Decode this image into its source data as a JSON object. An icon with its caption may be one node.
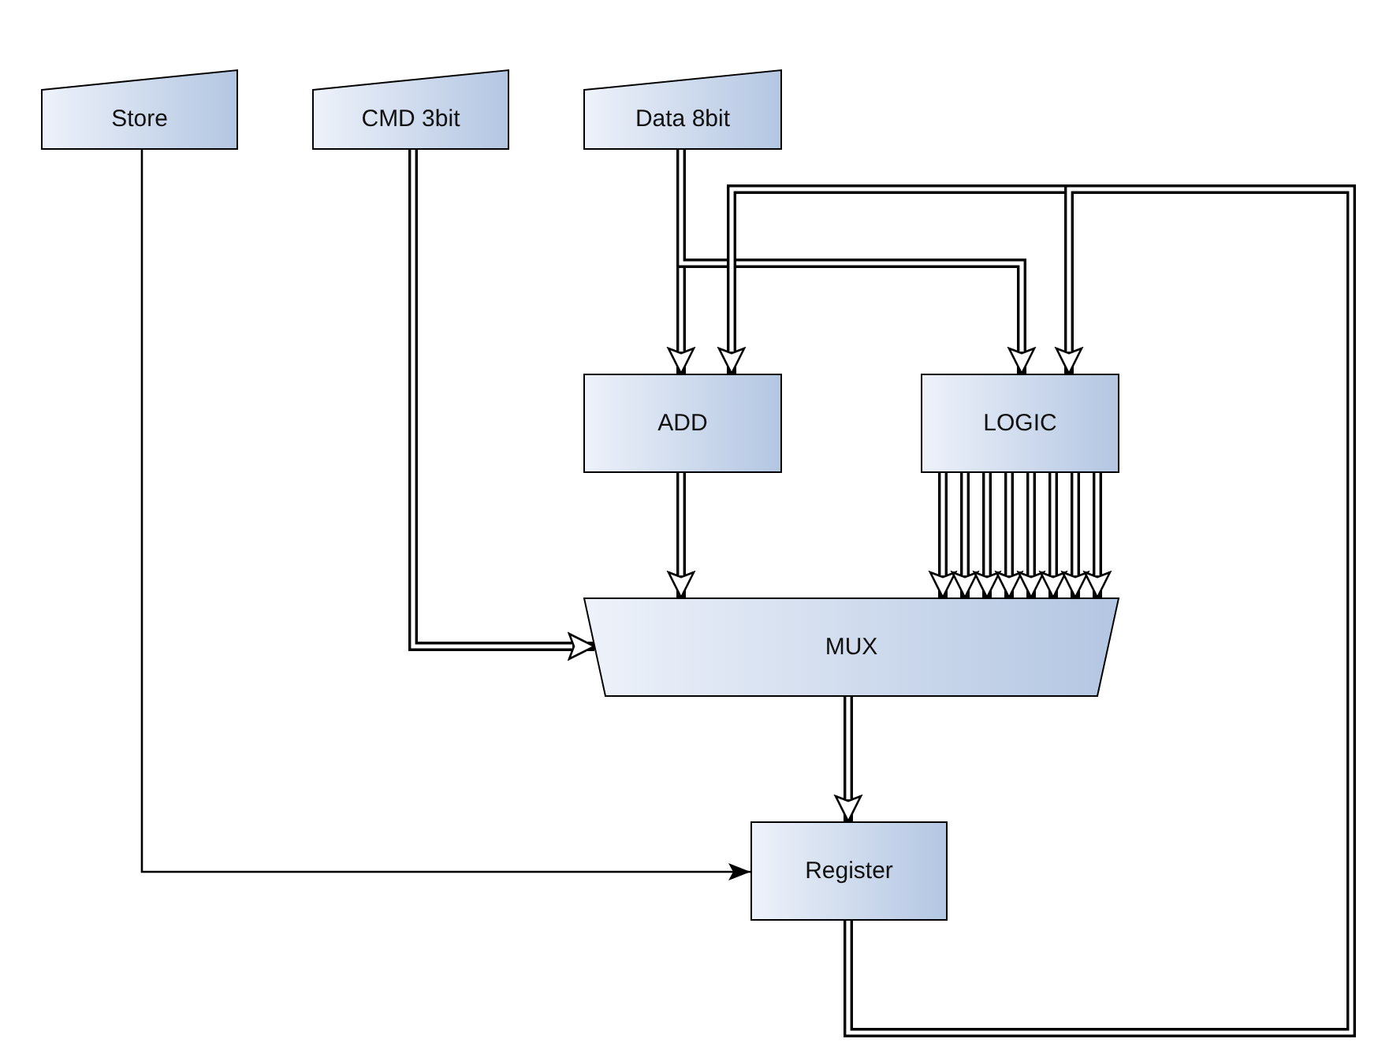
{
  "diagram": {
    "nodes": [
      {
        "text": [
          "Store"
        ]
      },
      {
        "text": [
          "CMD 3bit"
        ]
      },
      {
        "text": [
          "Data 8bit"
        ]
      },
      {
        "text": [
          "ADD"
        ]
      },
      {
        "text": [
          "LOGIC"
        ]
      },
      {
        "text": [
          "MUX"
        ]
      },
      {
        "text": [
          "Register"
        ]
      }
    ],
    "edges": [
      {
        "from": 0,
        "to": 6,
        "arrow": "to"
      },
      {
        "from": 1,
        "to": 5,
        "arrow": "to"
      },
      {
        "from": 2,
        "to": 3,
        "arrow": "to"
      },
      {
        "from": 2,
        "to": 4,
        "arrow": "to"
      },
      {
        "from": 6,
        "to": 3,
        "arrow": "to"
      },
      {
        "from": 6,
        "to": 4,
        "arrow": "to"
      },
      {
        "from": 3,
        "to": 5,
        "arrow": "to"
      },
      {
        "from": 4,
        "to": 5,
        "arrow": "to"
      },
      {
        "from": 4,
        "to": 5,
        "arrow": "to"
      },
      {
        "from": 4,
        "to": 5,
        "arrow": "to"
      },
      {
        "from": 4,
        "to": 5,
        "arrow": "to"
      },
      {
        "from": 4,
        "to": 5,
        "arrow": "to"
      },
      {
        "from": 4,
        "to": 5,
        "arrow": "to"
      },
      {
        "from": 4,
        "to": 5,
        "arrow": "to"
      },
      {
        "from": 4,
        "to": 5,
        "arrow": "to"
      },
      {
        "from": 5,
        "to": 6,
        "arrow": "to"
      }
    ]
  }
}
